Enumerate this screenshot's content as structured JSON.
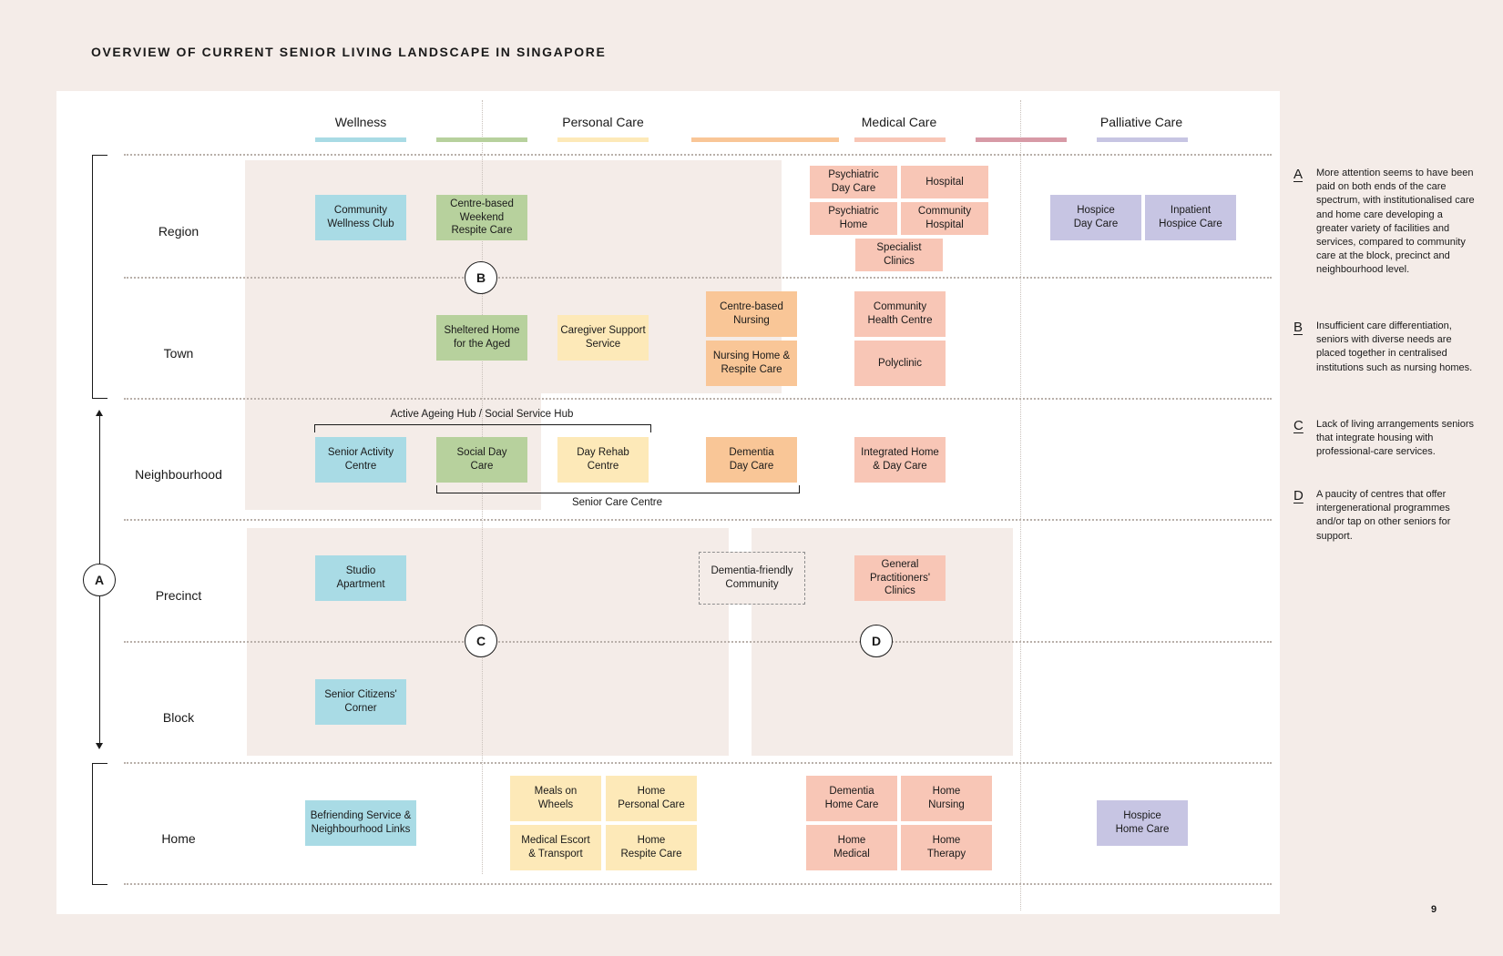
{
  "title": "OVERVIEW OF CURRENT SENIOR LIVING LANDSCAPE IN SINGAPORE",
  "page_number": "9",
  "colors": {
    "wellness": "#a9dbe5",
    "personal_care_1": "#b7d19d",
    "personal_care_2": "#fde9b8",
    "personal_care_3": "#f9c697",
    "medical_care": "#f8c6b6",
    "medical_to_palliative": "#d79aa6",
    "palliative_care": "#c7c5e3",
    "shaded_area": "#f4ece8"
  },
  "columns": [
    "Wellness",
    "Personal Care",
    "Medical Care",
    "Palliative Care"
  ],
  "rows": [
    "Region",
    "Town",
    "Neighbourhood",
    "Precinct",
    "Block",
    "Home"
  ],
  "markers": [
    "A",
    "B",
    "C",
    "D"
  ],
  "boxes": {
    "community_wellness_club": "Community\nWellness Club",
    "centre_based_weekend_respite": "Centre-based\nWeekend\nRespite Care",
    "psychiatric_day_care": "Psychiatric\nDay Care",
    "hospital": "Hospital",
    "psychiatric_home": "Psychiatric\nHome",
    "community_hospital": "Community\nHospital",
    "specialist_clinics": "Specialist\nClinics",
    "hospice_day_care": "Hospice\nDay Care",
    "inpatient_hospice_care": "Inpatient\nHospice Care",
    "sheltered_home": "Sheltered Home\nfor the Aged",
    "caregiver_support": "Caregiver Support\nService",
    "centre_based_nursing": "Centre-based\nNursing",
    "nursing_home_respite": "Nursing Home &\nRespite Care",
    "community_health_centre": "Community\nHealth Centre",
    "polyclinic": "Polyclinic",
    "senior_activity_centre": "Senior Activity\nCentre",
    "social_day_care": "Social Day\nCare",
    "day_rehab_centre": "Day Rehab\nCentre",
    "dementia_day_care": "Dementia\nDay Care",
    "integrated_home_day_care": "Integrated Home\n& Day Care",
    "studio_apartment": "Studio\nApartment",
    "dementia_friendly_community": "Dementia-friendly\nCommunity",
    "general_practitioners_clinics": "General\nPractitioners'\nClinics",
    "senior_citizens_corner": "Senior Citizens'\nCorner",
    "befriending_service": "Befriending Service &\nNeighbourhood Links",
    "meals_on_wheels": "Meals on\nWheels",
    "home_personal_care": "Home\nPersonal Care",
    "medical_escort": "Medical Escort\n& Transport",
    "home_respite_care": "Home\nRespite Care",
    "dementia_home_care": "Dementia\nHome Care",
    "home_nursing": "Home\nNursing",
    "home_medical": "Home\nMedical",
    "home_therapy": "Home\nTherapy",
    "hospice_home_care": "Hospice\nHome Care"
  },
  "brackets": {
    "active_ageing_hub": "Active Ageing Hub / Social Service Hub",
    "senior_care_centre": "Senior Care Centre"
  },
  "notes": [
    {
      "letter": "A",
      "text": "More attention seems to have been paid on both ends of the care spectrum, with institutionalised care and home care developing a greater variety of facilities and services, compared to community care at the block, precinct and neighbourhood level."
    },
    {
      "letter": "B",
      "text": "Insufficient care differentiation, seniors with diverse needs are placed together in centralised institutions such as nursing homes."
    },
    {
      "letter": "C",
      "text": "Lack of living arrangements seniors that integrate housing with professional-care services."
    },
    {
      "letter": "D",
      "text": "A paucity of centres that offer intergenerational programmes and/or tap on other seniors for support."
    }
  ]
}
